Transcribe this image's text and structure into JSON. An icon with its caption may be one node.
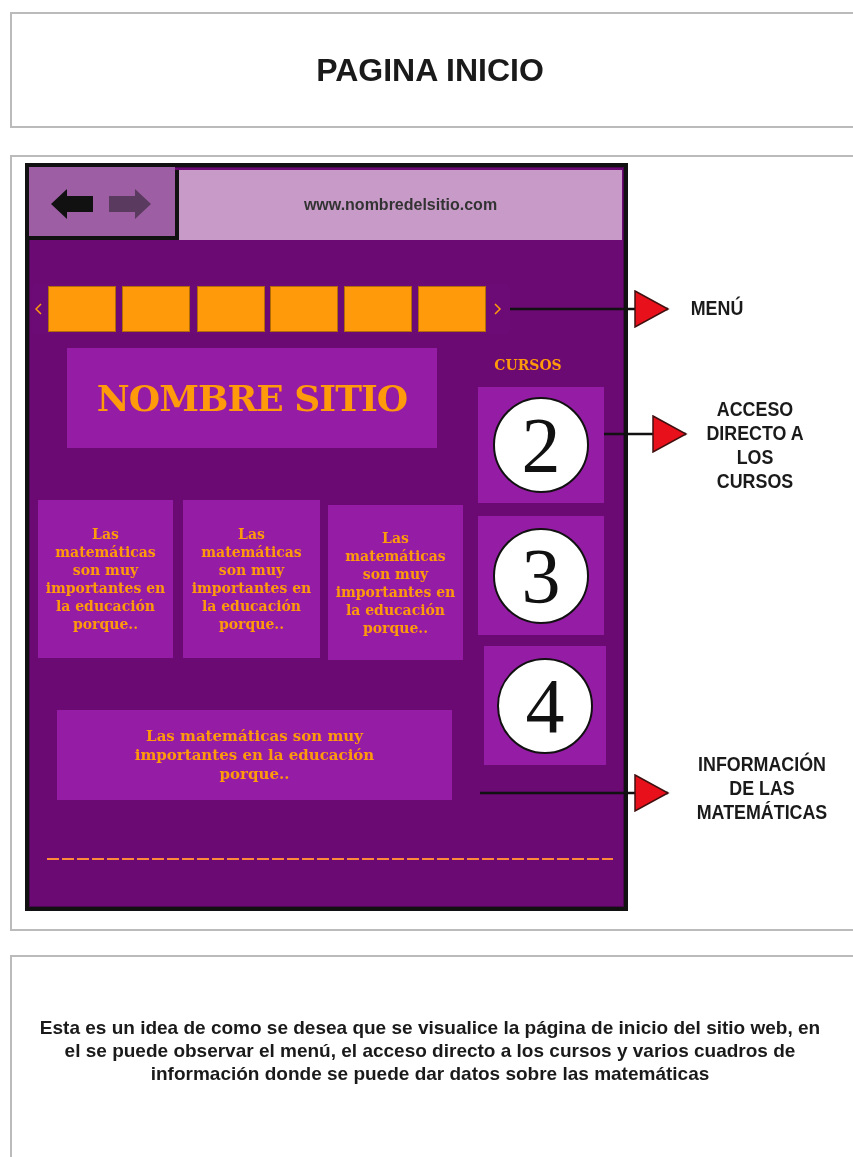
{
  "diagram": {
    "title": "PAGINA INICIO",
    "caption": "Esta es un idea de como se desea que se visualice la página de inicio del sitio web, en el se puede observar el menú, el acceso directo a los cursos y varios cuadros de información donde se puede dar datos sobre las matemáticas",
    "nodes": [
      {
        "text": [],
        "shape": "box"
      },
      {
        "text": [
          "www.nombredelsitio.com"
        ],
        "in": 0
      },
      {
        "text": [],
        "shape": "bar",
        "in": 0
      },
      {
        "text": [],
        "shape": "box",
        "in": 2
      },
      {
        "text": [],
        "shape": "box",
        "in": 2
      },
      {
        "text": [],
        "shape": "box",
        "in": 2
      },
      {
        "text": [],
        "shape": "box",
        "in": 2
      },
      {
        "text": [],
        "shape": "box",
        "in": 2
      },
      {
        "text": [],
        "shape": "box",
        "in": 2
      },
      {
        "text": [
          "NOMBRE SITIO"
        ],
        "in": 0
      },
      {
        "text": [
          "2"
        ],
        "in": 0
      },
      {
        "text": [
          "3"
        ],
        "in": 0
      },
      {
        "text": [
          "4"
        ],
        "in": 0
      },
      {
        "text": [
          "Las matemáticas son muy importantes en la educación porque.."
        ],
        "in": 0
      },
      {
        "text": [
          "Las matemáticas son muy importantes en la educación porque.."
        ],
        "in": 0
      },
      {
        "text": [
          "Las matemáticas son muy importantes en la educación porque.."
        ],
        "in": 0
      },
      {
        "text": [
          "Las matemáticas son muy importantes en la educación porque.."
        ],
        "in": 0
      },
      {
        "text": [
          "MENÚ"
        ]
      },
      {
        "text": [
          "ACCESO DIRECTO A LOS CURSOS"
        ]
      },
      {
        "text": [
          "INFORMACIÓN DE LAS MATEMÁTICAS"
        ]
      }
    ],
    "edges": [
      {
        "from": 2,
        "to": 17,
        "arrow": "to"
      },
      {
        "from": 10,
        "to": 18,
        "arrow": "to"
      },
      {
        "from": null,
        "to": 19,
        "arrow": "to"
      }
    ],
    "labels": [
      "CURSOS"
    ]
  }
}
